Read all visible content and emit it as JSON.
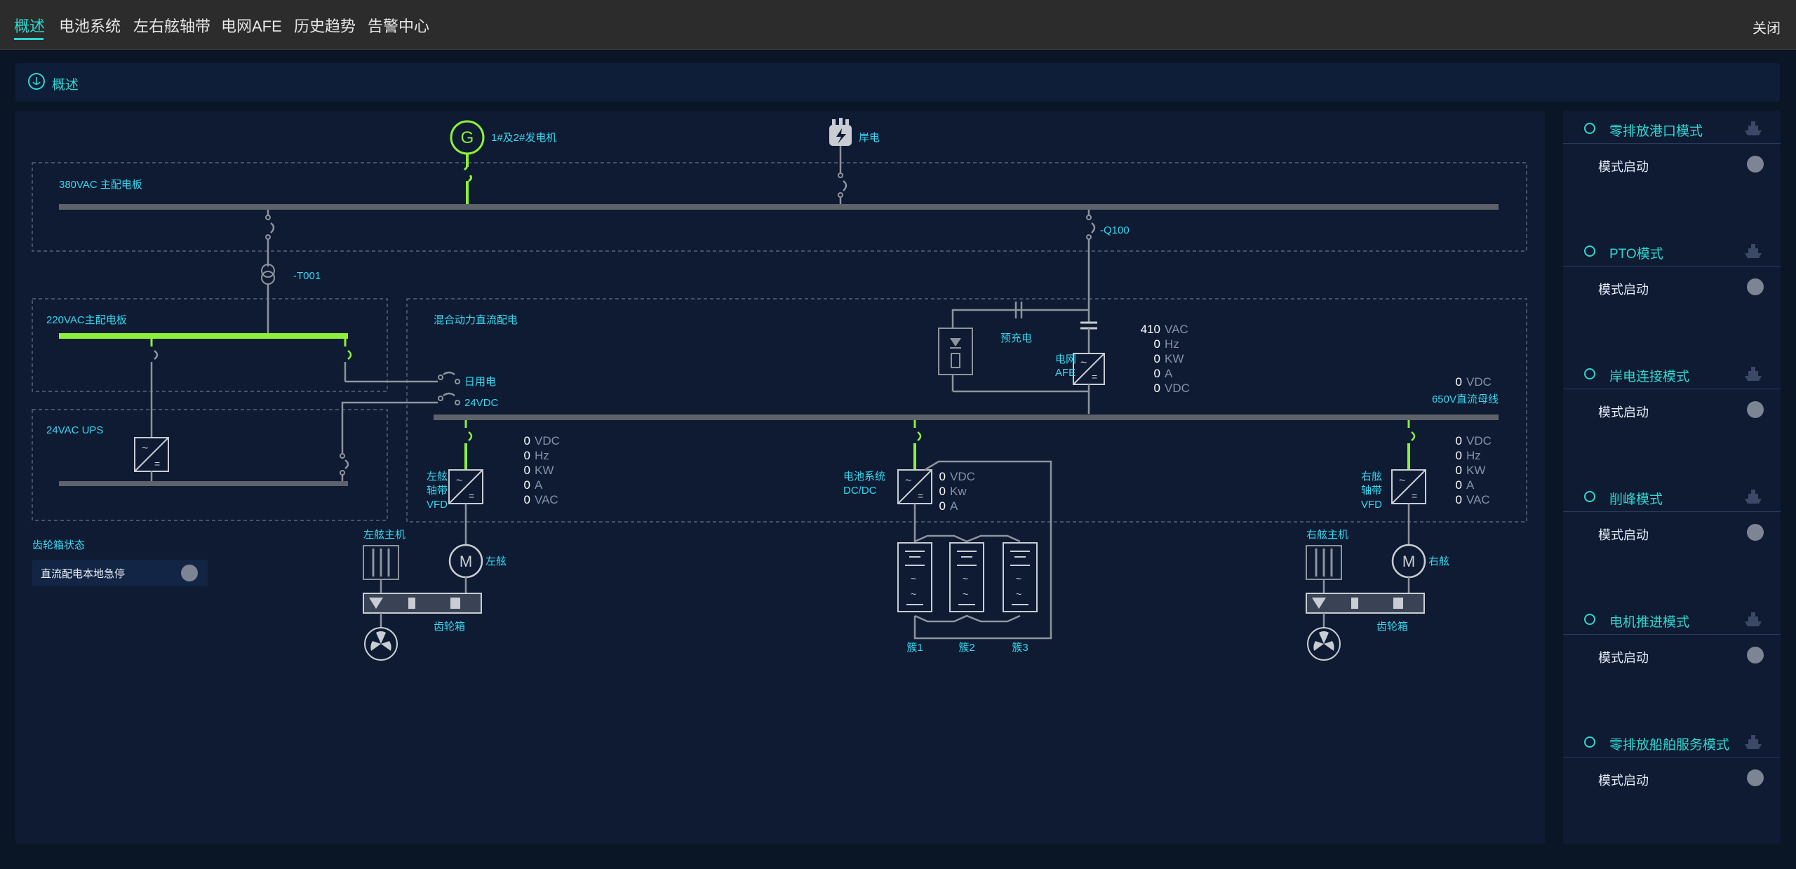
{
  "nav": {
    "tabs": [
      {
        "label": "概述",
        "active": true
      },
      {
        "label": "电池系统",
        "active": false
      },
      {
        "label": "左右舷轴带",
        "active": false
      },
      {
        "label": "电网AFE",
        "active": false
      },
      {
        "label": "历史趋势",
        "active": false
      },
      {
        "label": "告警中心",
        "active": false
      }
    ],
    "close_label": "关闭"
  },
  "breadcrumb": {
    "label": "概述"
  },
  "diagram": {
    "generator_symbol": "G",
    "generator_label": "1#及2#发电机",
    "shore_label": "岸电",
    "bus380_label": "380VAC 主配电板",
    "t001_label": "-T001",
    "q100_label": "-Q100",
    "bus220_label": "220VAC主配电板",
    "ups_label": "24VAC UPS",
    "hybrid_label": "混合动力直流配电",
    "daily_label": "日用电",
    "vdc24_label": "24VDC",
    "precharge_label": "预充电",
    "afe_label_1": "电网",
    "afe_label_2": "AFE",
    "afe_readings": [
      {
        "value": "410",
        "unit": "VAC"
      },
      {
        "value": "0",
        "unit": "Hz"
      },
      {
        "value": "0",
        "unit": "KW"
      },
      {
        "value": "0",
        "unit": "A"
      },
      {
        "value": "0",
        "unit": "VDC"
      }
    ],
    "dc_bus_reading": {
      "value": "0",
      "unit": "VDC"
    },
    "dc_bus_label": "650V直流母线",
    "left_vfd_label": [
      "左舷",
      "轴带",
      "VFD"
    ],
    "left_vfd_readings": [
      {
        "value": "0",
        "unit": "VDC"
      },
      {
        "value": "0",
        "unit": "Hz"
      },
      {
        "value": "0",
        "unit": "KW"
      },
      {
        "value": "0",
        "unit": "A"
      },
      {
        "value": "0",
        "unit": "VAC"
      }
    ],
    "battery_label": [
      "电池系统",
      "DC/DC"
    ],
    "battery_readings": [
      {
        "value": "0",
        "unit": "VDC"
      },
      {
        "value": "0",
        "unit": "Kw"
      },
      {
        "value": "0",
        "unit": "A"
      }
    ],
    "right_vfd_label": [
      "右舷",
      "轴带",
      "VFD"
    ],
    "right_vfd_readings": [
      {
        "value": "0",
        "unit": "VDC"
      },
      {
        "value": "0",
        "unit": "Hz"
      },
      {
        "value": "0",
        "unit": "KW"
      },
      {
        "value": "0",
        "unit": "A"
      },
      {
        "value": "0",
        "unit": "VAC"
      }
    ],
    "motor_symbol": "M",
    "left_engine_label": "左舷主机",
    "left_motor_label": "左舷",
    "left_gearbox_label": "齿轮箱",
    "right_engine_label": "右舷主机",
    "right_motor_label": "右舷",
    "right_gearbox_label": "齿轮箱",
    "cluster_labels": [
      "簇1",
      "簇2",
      "簇3"
    ],
    "gearbox_status_title": "齿轮箱状态",
    "estop_label": "直流配电本地急停"
  },
  "modes": [
    {
      "title": "零排放港口模式",
      "row": "模式启动"
    },
    {
      "title": "PTO模式",
      "row": "模式启动"
    },
    {
      "title": "岸电连接模式",
      "row": "模式启动"
    },
    {
      "title": "削峰模式",
      "row": "模式启动"
    },
    {
      "title": "电机推进模式",
      "row": "模式启动"
    },
    {
      "title": "零排放船舶服务模式",
      "row": "模式启动"
    }
  ],
  "colors": {
    "accent": "#2fd7d0",
    "label": "#32d9f0",
    "live": "#8cf03a",
    "line": "#8e949c",
    "bus": "#5e636b",
    "panel": "#0e1b33",
    "background": "#0a1526"
  }
}
